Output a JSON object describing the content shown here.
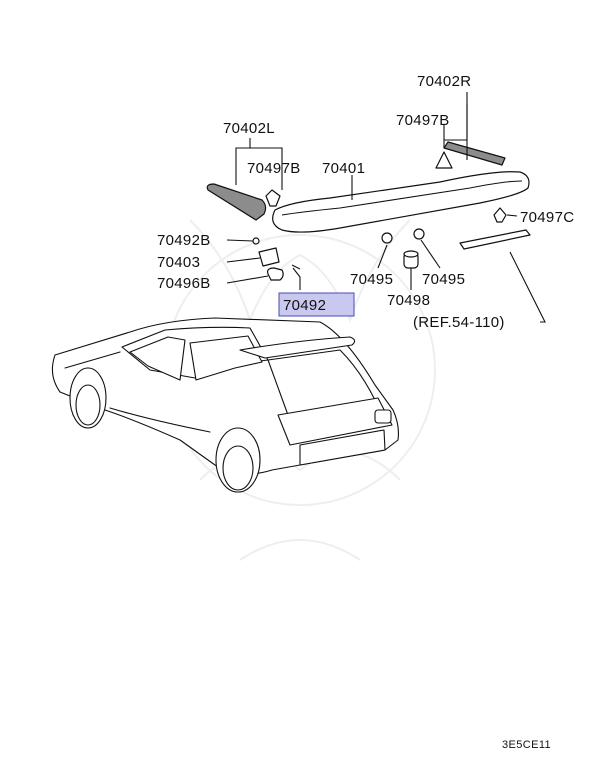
{
  "labels": {
    "p70402R": "70402R",
    "p70497B_right": "70497B",
    "p70402L": "70402L",
    "p70497B_left": "70497B",
    "p70401": "70401",
    "p70497C": "70497C",
    "p70492B": "70492B",
    "p70403": "70403",
    "p70496B": "70496B",
    "p70492": "70492",
    "p70495_left": "70495",
    "p70495_right": "70495",
    "p70498": "70498",
    "ref": "(REF.54-110)"
  },
  "highlight": {
    "part": "70492",
    "color": "#c9c9ef"
  },
  "footer": {
    "code": "3E5CE11"
  }
}
